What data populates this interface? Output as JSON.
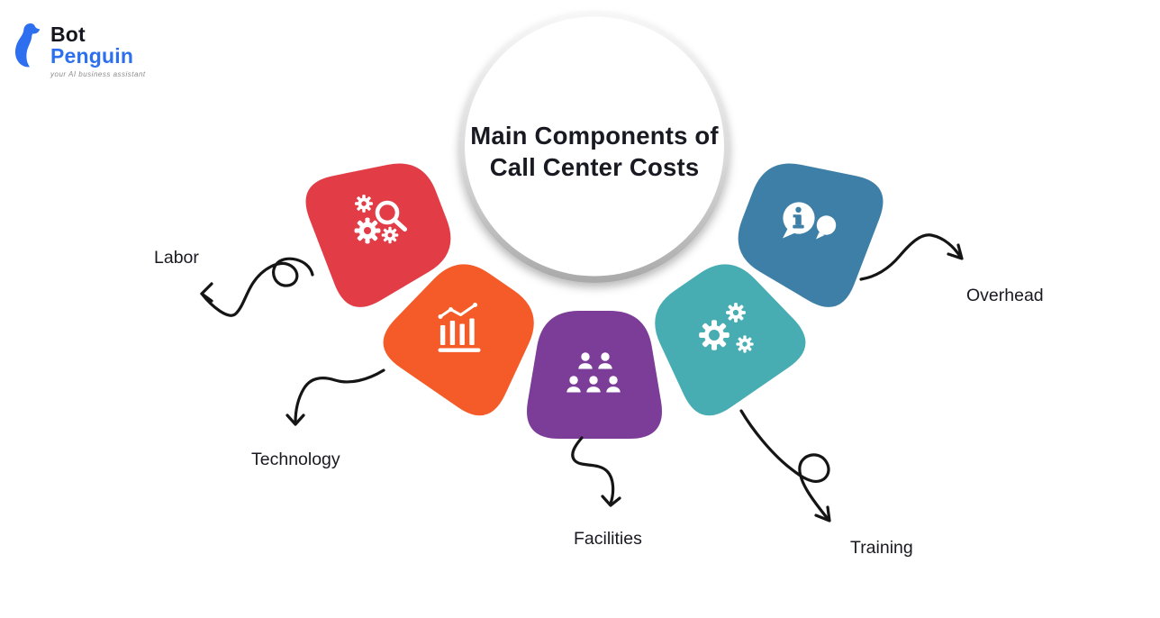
{
  "logo": {
    "brand_bot": "Bot",
    "brand_penguin": "Penguin",
    "tagline": "your AI business assistant",
    "colors": {
      "blue": "#2E6FEF",
      "dark": "#15151F",
      "gray": "#8B8B8B"
    }
  },
  "title": {
    "line1": "Main Components of",
    "line2": "Call Center Costs"
  },
  "components": [
    {
      "label": "Labor",
      "color": "#E23C46",
      "icon": "gears-search-icon"
    },
    {
      "label": "Technology",
      "color": "#F45B28",
      "icon": "bar-chart-trend-icon"
    },
    {
      "label": "Facilities",
      "color": "#7B3D98",
      "icon": "people-group-icon"
    },
    {
      "label": "Training",
      "color": "#48ACB3",
      "icon": "gears-icon"
    },
    {
      "label": "Overhead",
      "color": "#3E7FA7",
      "icon": "info-chat-icon"
    }
  ],
  "style": {
    "arrow_color": "#151515",
    "text_color": "#191922",
    "background": "#FFFFFF",
    "circle_ring_top": "#F7F7F7",
    "circle_ring_bottom": "#A9A9A9"
  }
}
